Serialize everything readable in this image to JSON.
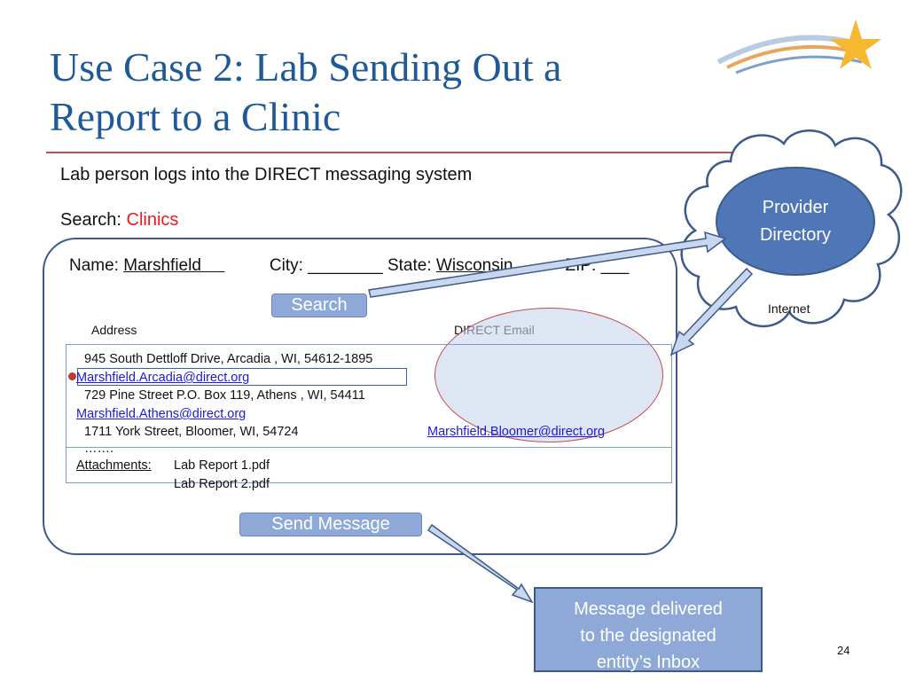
{
  "slide": {
    "title_line1": "Use Case 2: Lab Sending Out a",
    "title_line2": "Report to a Clinic",
    "page_number": "24"
  },
  "intro": {
    "login_text": "Lab person logs into the DIRECT messaging system",
    "search_label": "Search:",
    "search_target": "Clinics"
  },
  "form": {
    "name_label": "Name:",
    "name_value": "Marshfield",
    "city_label": "City:",
    "city_value": "________",
    "state_label": "State:",
    "state_value": "Wisconsin",
    "zip_label": "ZIP:",
    "zip_value": "___",
    "search_button": "Search"
  },
  "results": {
    "col_address": "Address",
    "col_email": "DIRECT Email",
    "rows": [
      {
        "address": "945 South Dettloff Drive, Arcadia , WI, 54612-1895",
        "email": "Marshfield.Arcadia@direct.org"
      },
      {
        "address": "729 Pine Street P.O. Box 119, Athens ,  WI, 54411",
        "email": "Marshfield.Athens@direct.org"
      },
      {
        "address": "1711 York Street, Bloomer, WI,  54724",
        "email": "Marshfield.Bloomer@direct.org"
      }
    ],
    "more": "……."
  },
  "attachments": {
    "label": "Attachments:",
    "files": [
      "Lab Report 1.pdf",
      "Lab Report 2.pdf"
    ]
  },
  "send_button": "Send Message",
  "cloud": {
    "directory_line1": "Provider",
    "directory_line2": "Directory",
    "internet_label": "Internet"
  },
  "delivery": {
    "line1": "Message delivered",
    "line2": "to the designated",
    "line3": "entity’s Inbox"
  },
  "colors": {
    "title": "#1f5a97",
    "accent_red": "#e41c1c",
    "button_fill": "#8ea9d8",
    "directory_fill": "#4f77b7",
    "link": "#1a1adb"
  }
}
